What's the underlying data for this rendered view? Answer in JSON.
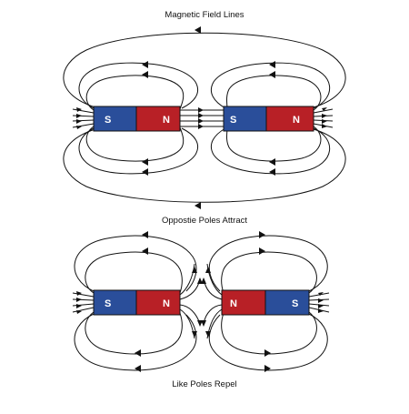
{
  "title": "Magnetic Field Lines",
  "attract": {
    "caption": "Oppostie Poles Attract",
    "magnets": [
      {
        "left_pole": "S",
        "right_pole": "N"
      },
      {
        "left_pole": "S",
        "right_pole": "N"
      }
    ]
  },
  "repel": {
    "caption": "Like Poles Repel",
    "magnets": [
      {
        "left_pole": "S",
        "right_pole": "N"
      },
      {
        "left_pole": "N",
        "right_pole": "S"
      }
    ]
  },
  "colors": {
    "south_pole": "#2a4e9a",
    "north_pole": "#b82026",
    "line": "#111111",
    "background": "#ffffff"
  }
}
